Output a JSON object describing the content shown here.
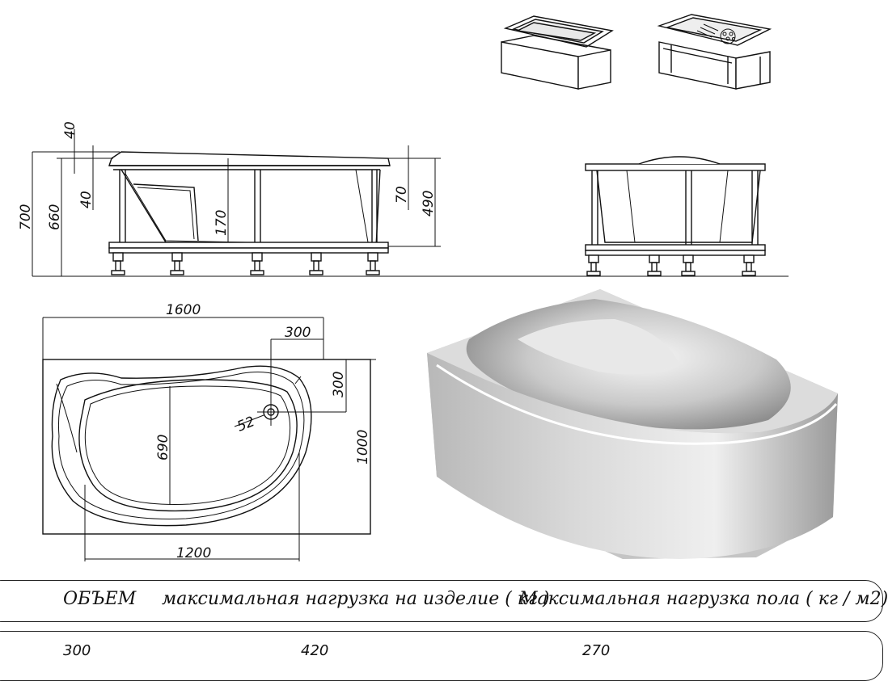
{
  "dimensions": {
    "top_rim": "40",
    "height_total": "700",
    "height_body": "660",
    "rim_inner": "40",
    "depth_inner": "170",
    "skirt_top": "70",
    "skirt_height": "490",
    "length": "1600",
    "drain_offset_x": "300",
    "drain_offset_y": "300",
    "drain_diameter": "52",
    "inner_width": "690",
    "width": "1000",
    "inner_length": "1200"
  },
  "table": {
    "headers": [
      "ОБЪЕМ",
      "максимальная нагрузка на изделие ( кг )",
      "Максимальная нагрузка пола ( кг / м2)"
    ],
    "values": [
      "300",
      "420",
      "270"
    ]
  }
}
